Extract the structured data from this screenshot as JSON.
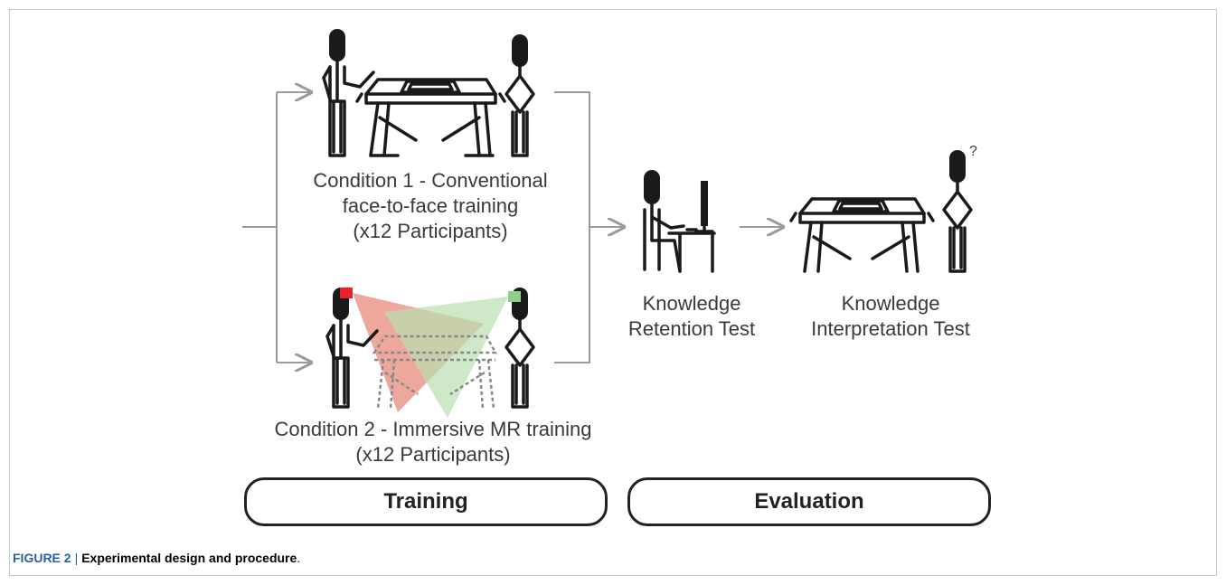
{
  "condition1": {
    "label": "Condition 1 - Conventional\nface-to-face training\n(x12 Participants)"
  },
  "condition2": {
    "label": "Condition 2 - Immersive MR training\n(x12 Participants)"
  },
  "retention": {
    "label": "Knowledge\nRetention Test"
  },
  "interpretation": {
    "label": "Knowledge\nInterpretation Test",
    "question_mark": "?"
  },
  "phases": {
    "training": "Training",
    "evaluation": "Evaluation"
  },
  "caption": {
    "figure_number": "FIGURE 2",
    "separator": "|",
    "title": "Experimental design and procedure",
    "end": "."
  },
  "colors": {
    "stroke": "#1a1a1a",
    "arrow": "#9a9a9a",
    "red_hmd": "#e8212a",
    "green_hmd": "#8fcf8a",
    "red_cone": "#e88a7c",
    "green_cone": "#b9deb0",
    "caption_blue": "#2b5f9e"
  }
}
